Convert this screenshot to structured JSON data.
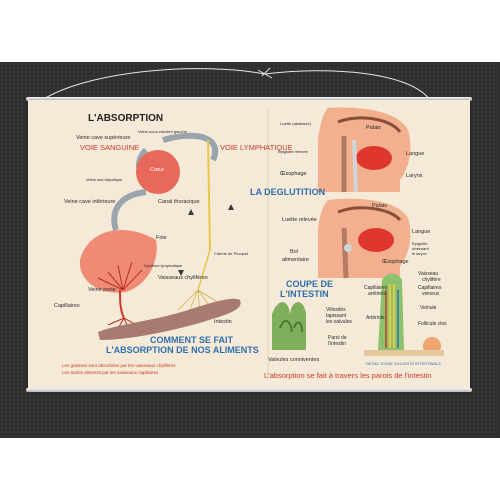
{
  "poster": {
    "title": "L'ABSORPTION",
    "left_panel": {
      "veine_sous_claviere": "Veine sous-clavière gauche",
      "veine_cave_sup": "Veine cave supérieure",
      "voie_sanguine": "VOIE SANGUINE",
      "voie_lymphatique": "VOIE LYMPHATIQUE",
      "coeur": "Cœur",
      "veine_sus_hepatique": "Veine sus-hépatique",
      "veine_cave_inf": "Veine cave inférieure",
      "canal_thoracique": "Canal thoracique",
      "foie": "Foie",
      "citerne": "Citerne de Pecquet",
      "systeme_lymphatique": "Système lymphatique",
      "vaisseaux_chyliferes": "Vaisseaux chylifères",
      "veine_porte": "Veine porte",
      "capillaires": "Capillaires",
      "intestin": "Intestin",
      "comment_line1": "COMMENT SE FAIT",
      "comment_line2": "L'ABSORPTION DE NOS ALIMENTS",
      "foot_line1": "Les graisses sont absorbées par les vaisseaux chylifères",
      "foot_line2": "Les autres aliments par les vaisseaux capillaires"
    },
    "right_top": {
      "luette_abaissee": "Luette (abaissée)",
      "palais": "Palais",
      "epiglotte_relevee": "Epiglotte relevée",
      "langue": "Langue",
      "oesophage": "Œsophage",
      "larynx": "Larynx",
      "heading": "LA DEGLUTITION"
    },
    "right_mid": {
      "palais": "Palais",
      "luette_relevee": "Luette relevée",
      "langue": "Langue",
      "epiglotte_line1": "Epiglotte",
      "epiglotte_line2": "obstruant",
      "epiglotte_line3": "le larynx",
      "bol_line1": "Bol",
      "bol_line2": "alimentaire",
      "oesophage": "Œsophage"
    },
    "right_bottom": {
      "coupe_line1": "COUPE DE",
      "coupe_line2": "L'INTESTIN",
      "villosites_line1": "Villosités",
      "villosites_line2": "tapissant",
      "villosites_line3": "les valvules",
      "paroi_line1": "Paroi de",
      "paroi_line2": "l'intestin",
      "valvules": "Valvules conniventes",
      "capillaires_art_line1": "Capillaires",
      "capillaires_art_line2": "artériels",
      "arteriole": "Artériole",
      "vaisseau_line1": "Vaisseau",
      "vaisseau_line2": "chylifère",
      "capillaires_vein_line1": "Capillaires",
      "capillaires_vein_line2": "veineux",
      "veinule": "Veinule",
      "follicule": "Follicule clos",
      "detail": "DETAIL D'UNE VILLOSITE INTESTINALE",
      "footer": "L'absorption se fait à travers les parois de l'intestin"
    }
  },
  "colors": {
    "carpet": "#2f2f31",
    "paper": "#f5ead7",
    "red_accent": "#c83a2a",
    "blue_accent": "#2f6fae",
    "heart": "#e8685a",
    "liver": "#ef8a74",
    "intestine": "#a77a72",
    "tongue": "#e0372d",
    "skin": "#f2b08f",
    "villi_green": "#7fae5d",
    "lymph_yellow": "#e7c84a"
  }
}
